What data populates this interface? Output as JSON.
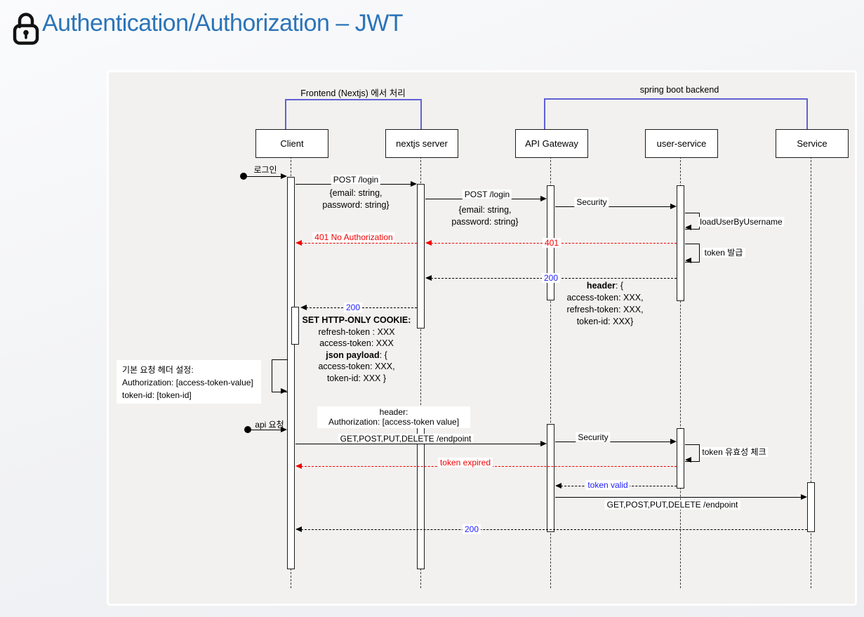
{
  "title": {
    "text": "Authentication/Authorization – JWT"
  },
  "diagram": {
    "frames": {
      "frontend": "Frontend (Nextjs) 에서 처리",
      "backend": "spring boot backend"
    },
    "participants": [
      {
        "label": "Client"
      },
      {
        "label": "nextjs server"
      },
      {
        "label": "API Gateway"
      },
      {
        "label": "user-service"
      },
      {
        "label": "Service"
      }
    ],
    "messages": {
      "login_trigger": "로그인",
      "post_login_1": "POST /login",
      "login_body_1": {
        "line1": "{email: string,",
        "line2": "password: string}"
      },
      "post_login_2": "POST /login",
      "login_body_2": {
        "line1": "{email: string,",
        "line2": "password: string}"
      },
      "security_1": "Security",
      "load_user": "loadUserByUsername",
      "status_401_gw": "401",
      "status_401_client": "401 No Authorization",
      "token_issue": "token 발급",
      "status_200_gw": "200",
      "header_block": {
        "bold": "header",
        "rest": ": {",
        "line2": "access-token: XXX,",
        "line3": "refresh-token: XXX,",
        "line4": "token-id: XXX}"
      },
      "status_200_client": "200",
      "cookie_block": {
        "line1": "SET HTTP-ONLY COOKIE:",
        "line2": "refresh-token : XXX",
        "line3": "access-token: XXX",
        "line4_bold": "json payload",
        "line4_rest": ": {",
        "line5": "access-token: XXX,",
        "line6": "token-id: XXX }"
      },
      "default_header_note": {
        "line1": "기본 요청 헤더 설정:",
        "line2": "Authorization:  [access-token-value]",
        "line3": "token-id: [token-id]"
      },
      "api_trigger": "api 요청",
      "request_header_box": {
        "line1": "header:",
        "line2": "Authorization: [access-token value]"
      },
      "get_endpoint_1": "GET,POST,PUT,DELETE /endpoint",
      "security_2": "Security",
      "token_check": "token 유효성 체크",
      "token_expired": "token expired",
      "token_valid": "token valid",
      "get_endpoint_2": "GET,POST,PUT,DELETE /endpoint",
      "status_200_final": "200"
    },
    "colors": {
      "title_blue": "#2b74b9",
      "frame_blue": "#6161d6",
      "error_red": "#f20000",
      "status_blue": "#1f1fff"
    }
  }
}
